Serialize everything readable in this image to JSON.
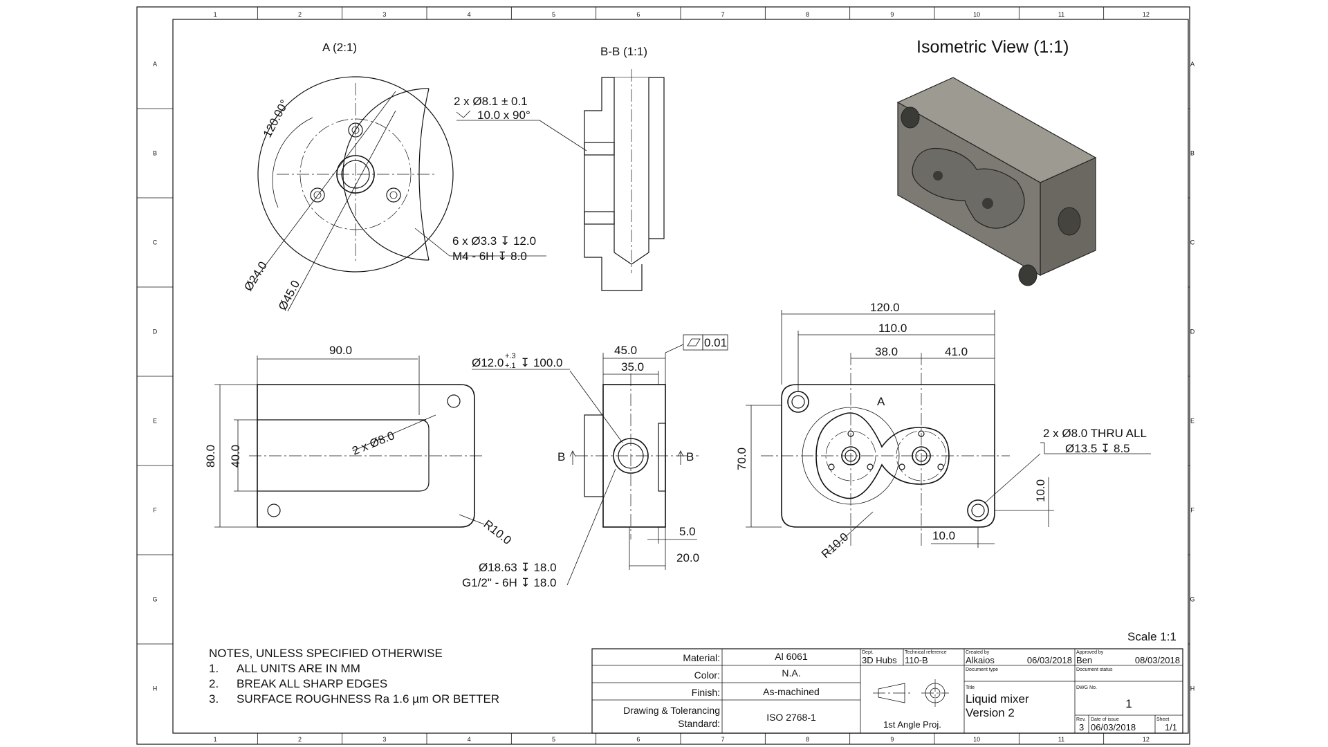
{
  "border": {
    "columns": [
      "1",
      "2",
      "3",
      "4",
      "5",
      "6",
      "7",
      "8",
      "9",
      "10",
      "11",
      "12"
    ],
    "rows": [
      "A",
      "B",
      "C",
      "D",
      "E",
      "F",
      "G",
      "H"
    ]
  },
  "views": {
    "detail_a": {
      "title": "A (2:1)",
      "angle": "120.00°",
      "inner_dia": "Ø24.0",
      "outer_dia": "Ø45.0",
      "holes_line1": "6 x Ø3.3 ↧ 12.0",
      "holes_line2": "M4 - 6H ↧ 8.0"
    },
    "section_bb": {
      "title": "B-B (1:1)",
      "callout_line1": "2 x  Ø8.1 ± 0.1",
      "callout_line2": "10.0 x 90°"
    },
    "isometric": {
      "title": "Isometric View (1:1)"
    },
    "left_view": {
      "width": "90.0",
      "height": "80.0",
      "inner_height": "40.0",
      "slot": "2 x Ø8.0",
      "radius": "R10.0"
    },
    "middle_view": {
      "bore": "Ø12.0",
      "bore_tol_upper": "+.3",
      "bore_tol_lower": "+.1",
      "bore_depth": "↧ 100.0",
      "width_outer": "45.0",
      "width_inner": "35.0",
      "flatness_value": "0.01",
      "dim_5": "5.0",
      "dim_20": "20.0",
      "section_mark": "B",
      "port_line1": "Ø18.63 ↧ 18.0",
      "port_line2": "G1/2\" - 6H ↧ 18.0"
    },
    "right_view": {
      "width_overall": "120.0",
      "width_holes": "110.0",
      "dim_38": "38.0",
      "dim_41": "41.0",
      "height": "70.0",
      "detail_mark": "A",
      "holes_line1": "2 x Ø8.0 THRU ALL",
      "holes_line2": "Ø13.5 ↧ 8.5",
      "dim_10_v": "10.0",
      "dim_10_h": "10.0",
      "radius": "R10.0"
    }
  },
  "scale_label": "Scale 1:1",
  "notes": {
    "heading": "NOTES, UNLESS SPECIFIED OTHERWISE",
    "items": [
      {
        "num": "1.",
        "text": "ALL UNITS ARE IN MM"
      },
      {
        "num": "2.",
        "text": "BREAK ALL SHARP EDGES"
      },
      {
        "num": "3.",
        "text": "SURFACE ROUGHNESS Ra 1.6 µm OR BETTER"
      }
    ]
  },
  "title_block": {
    "material_label": "Material:",
    "material": "Al 6061",
    "color_label": "Color:",
    "color": "N.A.",
    "finish_label": "Finish:",
    "finish": "As-machined",
    "standard_label_1": "Drawing & Tolerancing",
    "standard_label_2": "Standard:",
    "standard": "ISO 2768-1",
    "dept_label": "Dept.",
    "dept": "3D Hubs",
    "techref_label": "Technical reference",
    "techref": "110-B",
    "created_label": "Created by",
    "created_by": "Alkaios",
    "created_date": "06/03/2018",
    "approved_label": "Approved by",
    "approved_by": "Ben",
    "approved_date": "08/03/2018",
    "doctype_label": "Document type",
    "docstatus_label": "Document status",
    "title_label": "Title",
    "title_line1": "Liquid mixer",
    "title_line2": "Version 2",
    "dwg_label": "DWG No.",
    "dwg_no": "1",
    "projection": "1st Angle Proj.",
    "rev_label": "Rev.",
    "rev": "3",
    "issue_label": "Date of issue",
    "issue_date": "06/03/2018",
    "sheet_label": "Sheet",
    "sheet": "1/1"
  }
}
